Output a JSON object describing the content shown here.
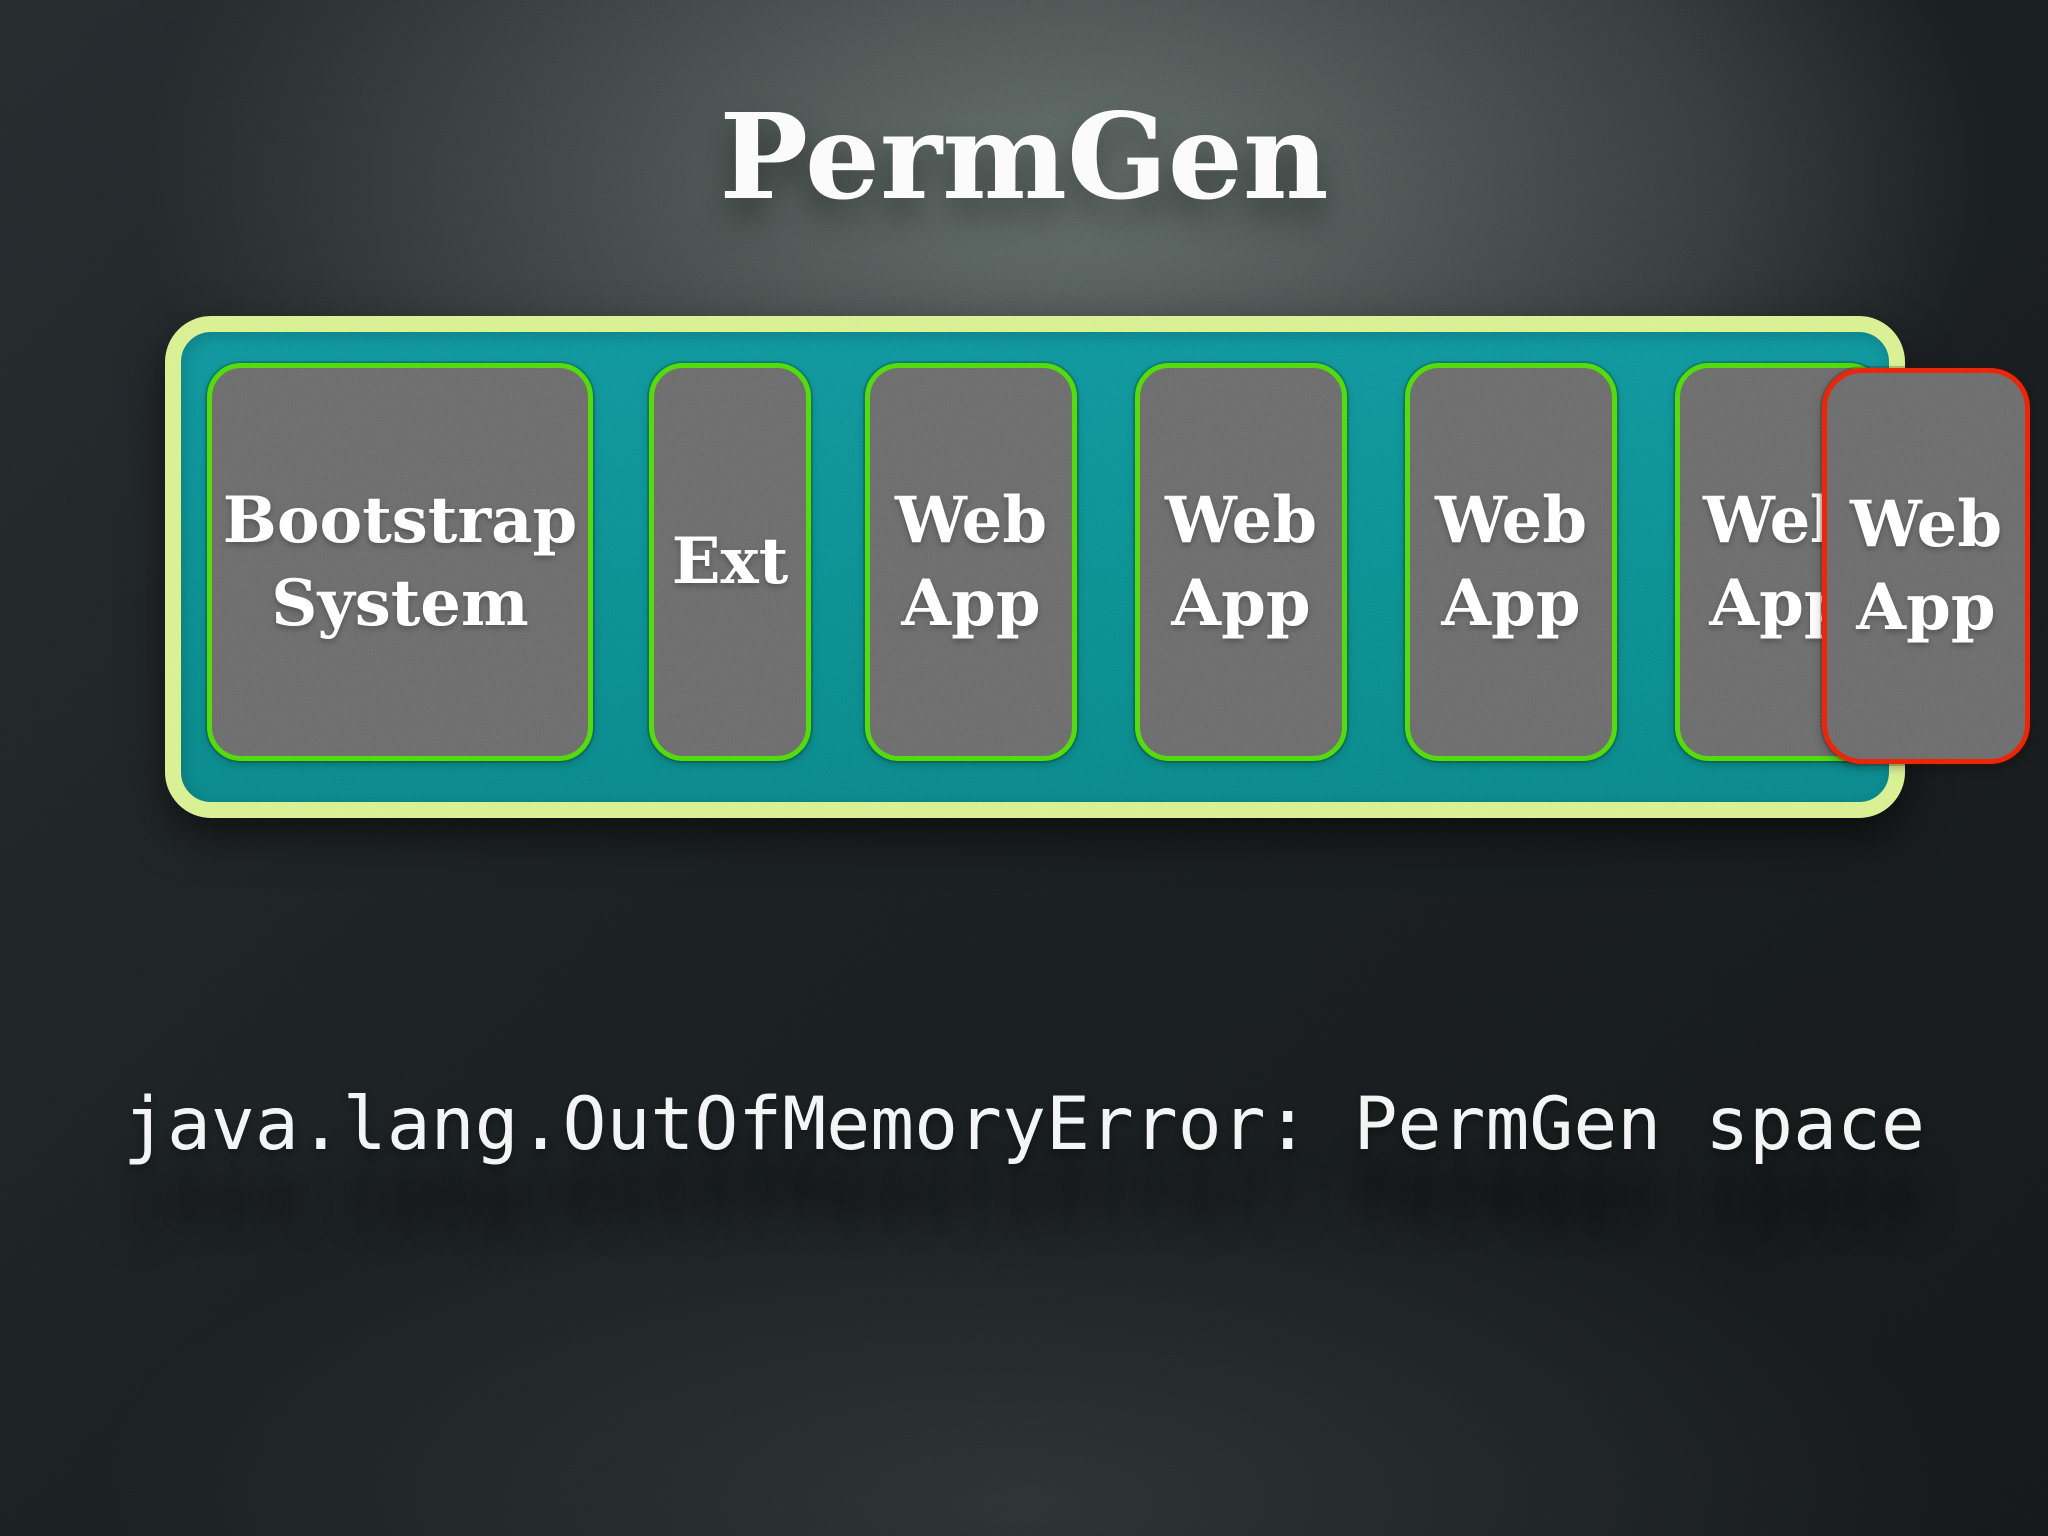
{
  "title": "PermGen",
  "error_message": "java.lang.OutOfMemoryError: PermGen space",
  "memory_blocks": [
    {
      "id": "bootstrap-system",
      "lines": [
        "Bootstrap",
        "System"
      ],
      "border": "green"
    },
    {
      "id": "ext",
      "lines": [
        "Ext"
      ],
      "border": "green"
    },
    {
      "id": "web-app-1",
      "lines": [
        "Web",
        "App"
      ],
      "border": "green"
    },
    {
      "id": "web-app-2",
      "lines": [
        "Web",
        "App"
      ],
      "border": "green"
    },
    {
      "id": "web-app-3",
      "lines": [
        "Web",
        "App"
      ],
      "border": "green"
    },
    {
      "id": "web-app-4",
      "lines": [
        "Web",
        "App"
      ],
      "border": "green"
    },
    {
      "id": "web-app-overflow",
      "lines": [
        "Web",
        "App"
      ],
      "border": "red"
    }
  ],
  "colors": {
    "container_fill_teal": "#0d8b8d",
    "container_border_pale_green": "#d7f08e",
    "block_border_green": "#4fd90c",
    "block_border_red": "#e92408",
    "block_fill_gray": "#696969",
    "text_white": "#ffffff",
    "background_dark": "#1a1f21"
  }
}
